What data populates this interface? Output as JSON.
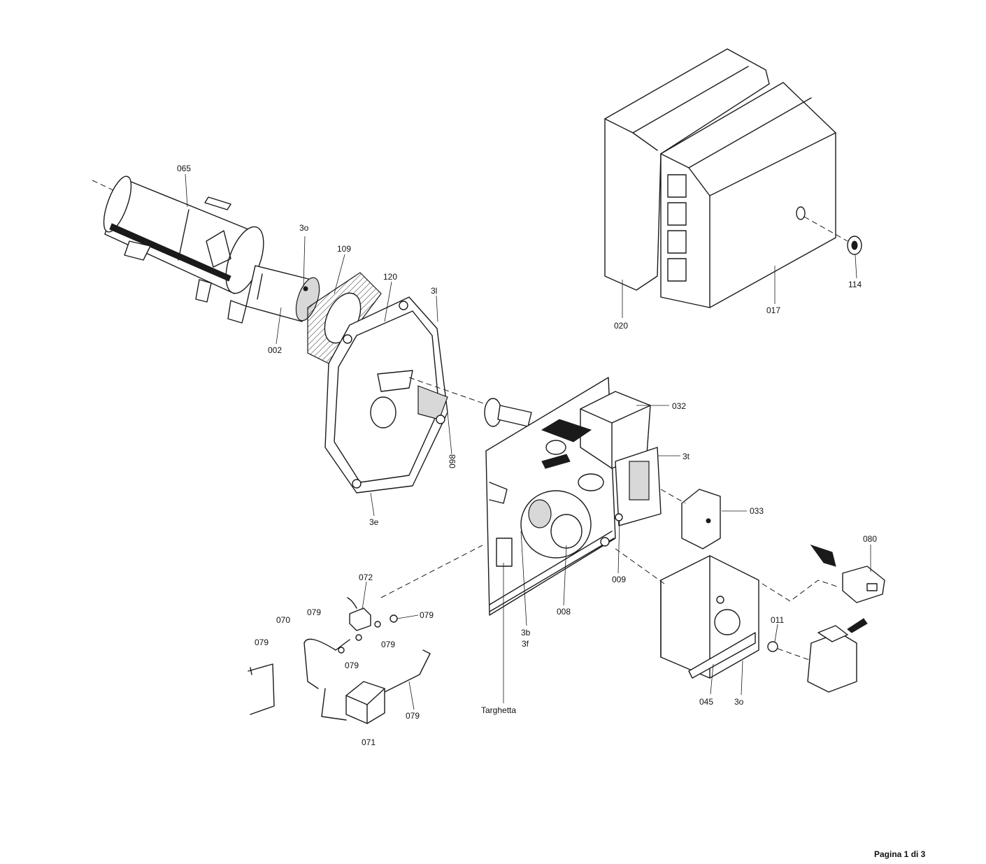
{
  "diagram": {
    "labels": {
      "p065": "065",
      "p3o_top": "3o",
      "p109": "109",
      "p120": "120",
      "p3l": "3l",
      "p002": "002",
      "p098": "098",
      "p3e": "3e",
      "p032": "032",
      "p3t": "3t",
      "p033": "033",
      "p080": "080",
      "p009": "009",
      "p008": "008",
      "p3b": "3b",
      "p3f": "3f",
      "p072": "072",
      "p070": "070",
      "p079_a": "079",
      "p079_b": "079",
      "p079_c": "079",
      "p079_d": "079",
      "p079_e": "079",
      "p079_f": "079",
      "p071": "071",
      "targhetta": "Targhetta",
      "p011": "011",
      "p045": "045",
      "p3o_bottom": "3o",
      "p020": "020",
      "p017": "017",
      "p114": "114"
    }
  },
  "footer": {
    "page": "Pagina 1 di 3"
  }
}
